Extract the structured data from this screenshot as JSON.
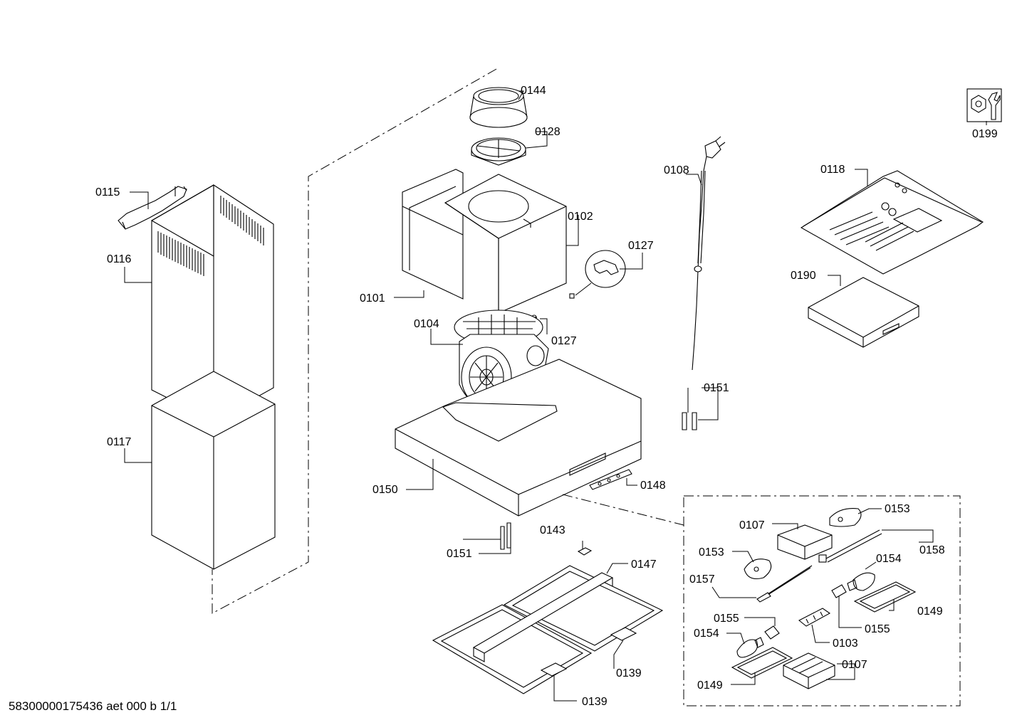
{
  "diagram": {
    "footer_text": "58300000175436 aet 000 b 1/1",
    "labels": [
      {
        "id": "0144",
        "text": "0144"
      },
      {
        "id": "0128",
        "text": "0128"
      },
      {
        "id": "0102",
        "text": "0102"
      },
      {
        "id": "0127a",
        "text": "0127"
      },
      {
        "id": "0127b",
        "text": "0127"
      },
      {
        "id": "0101",
        "text": "0101"
      },
      {
        "id": "0104",
        "text": "0104"
      },
      {
        "id": "0115",
        "text": "0115"
      },
      {
        "id": "0116",
        "text": "0116"
      },
      {
        "id": "0117",
        "text": "0117"
      },
      {
        "id": "0108",
        "text": "0108"
      },
      {
        "id": "0118",
        "text": "0118"
      },
      {
        "id": "0190",
        "text": "0190"
      },
      {
        "id": "0199",
        "text": "0199"
      },
      {
        "id": "0151a",
        "text": "0151"
      },
      {
        "id": "0151b",
        "text": "0151"
      },
      {
        "id": "0150",
        "text": "0150"
      },
      {
        "id": "0148",
        "text": "0148"
      },
      {
        "id": "0143",
        "text": "0143"
      },
      {
        "id": "0147",
        "text": "0147"
      },
      {
        "id": "0139a",
        "text": "0139"
      },
      {
        "id": "0139b",
        "text": "0139"
      },
      {
        "id": "0153a",
        "text": "0153"
      },
      {
        "id": "0153b",
        "text": "0153"
      },
      {
        "id": "0107a",
        "text": "0107"
      },
      {
        "id": "0107b",
        "text": "0107"
      },
      {
        "id": "0158",
        "text": "0158"
      },
      {
        "id": "0157",
        "text": "0157"
      },
      {
        "id": "0154a",
        "text": "0154"
      },
      {
        "id": "0154b",
        "text": "0154"
      },
      {
        "id": "0155a",
        "text": "0155"
      },
      {
        "id": "0155b",
        "text": "0155"
      },
      {
        "id": "0149a",
        "text": "0149"
      },
      {
        "id": "0149b",
        "text": "0149"
      },
      {
        "id": "0103",
        "text": "0103"
      }
    ]
  }
}
